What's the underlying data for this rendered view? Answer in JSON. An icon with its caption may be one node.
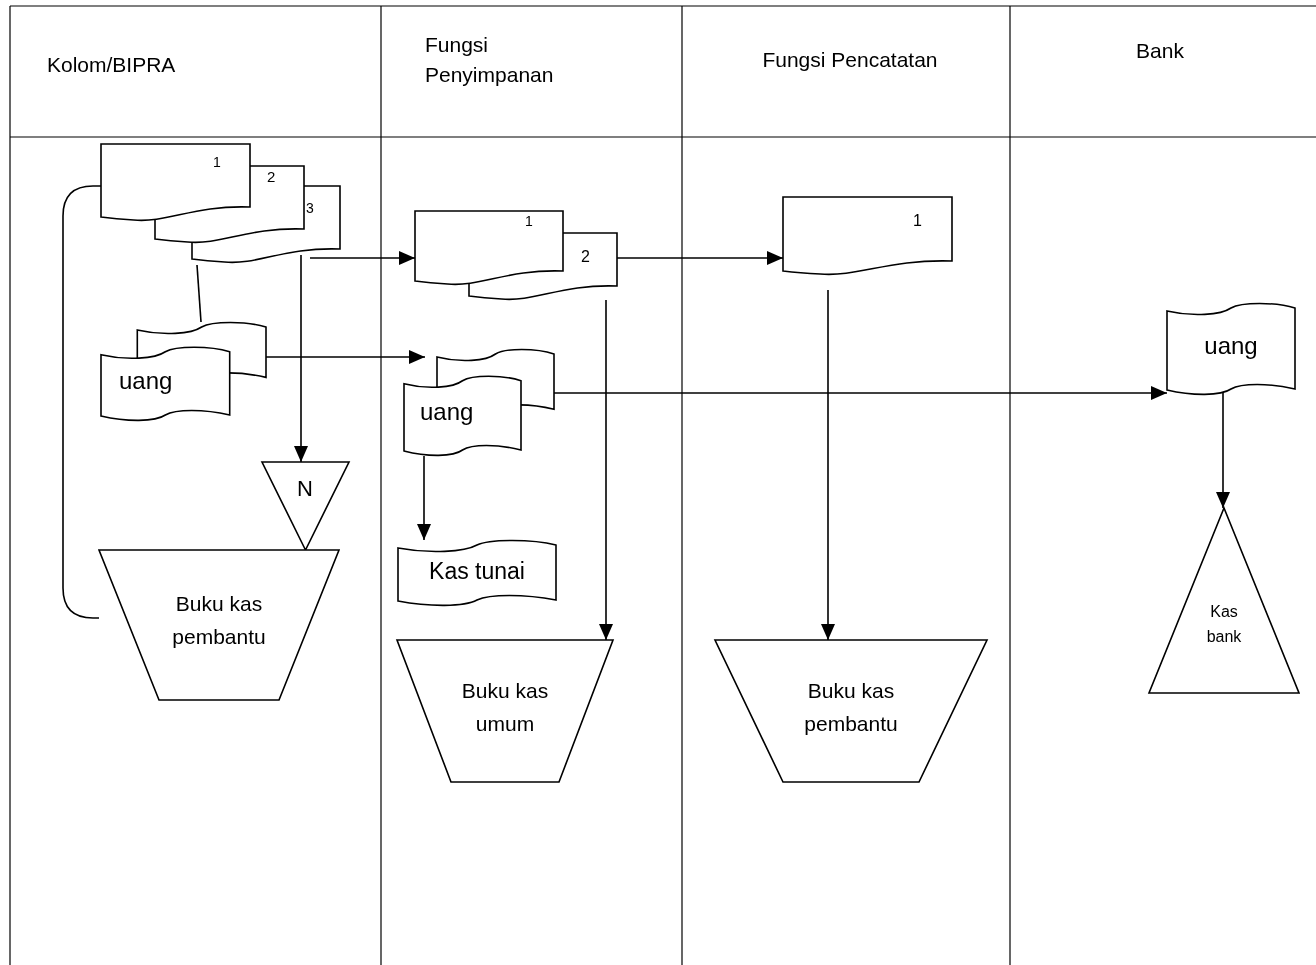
{
  "diagram": {
    "nodes": [
      {
        "text": [
          "1"
        ]
      },
      {
        "text": [
          "2"
        ]
      },
      {
        "text": [
          "3"
        ]
      },
      {
        "text": [
          "uang"
        ]
      },
      {
        "text": [
          "N"
        ]
      },
      {
        "text": [
          "Buku kas pembantu"
        ]
      },
      {
        "text": [
          "1"
        ]
      },
      {
        "text": [
          "2"
        ]
      },
      {
        "text": [
          "uang"
        ]
      },
      {
        "text": [
          "Kas tunai"
        ]
      },
      {
        "text": [
          "Buku kas umum"
        ]
      },
      {
        "text": [
          "1"
        ]
      },
      {
        "text": [
          "Buku kas pembantu"
        ]
      },
      {
        "text": [
          "uang"
        ]
      },
      {
        "text": [
          "Kas bank"
        ]
      }
    ],
    "edges": [
      {
        "from": 2,
        "to": 6,
        "arrow": "to"
      },
      {
        "from": 2,
        "to": 4,
        "arrow": "to"
      },
      {
        "from": 2,
        "to": 3,
        "arrow": "none"
      },
      {
        "from": 3,
        "to": 8,
        "arrow": "to"
      },
      {
        "from": 0,
        "to": 5,
        "arrow": "none"
      },
      {
        "from": 7,
        "to": 11,
        "arrow": "to"
      },
      {
        "from": 7,
        "to": 10,
        "arrow": "to"
      },
      {
        "from": 8,
        "to": 13,
        "arrow": "to"
      },
      {
        "from": 8,
        "to": 9,
        "arrow": "to"
      },
      {
        "from": 11,
        "to": 12,
        "arrow": "to"
      },
      {
        "from": 13,
        "to": 14,
        "arrow": "to"
      }
    ],
    "labels": [
      "Kolom/BIPRA",
      "Fungsi Penyimpanan",
      "Fungsi Pencatatan",
      "Bank"
    ]
  }
}
